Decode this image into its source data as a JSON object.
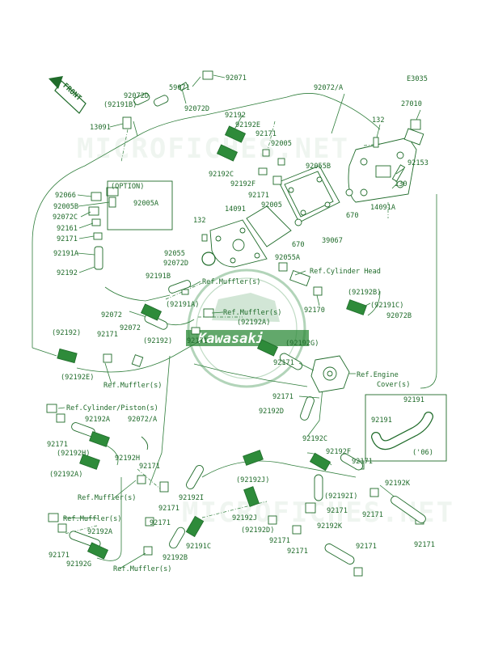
{
  "diagram_code": "E3035",
  "front_label": "FRONT",
  "watermark_text": "MICROFICHES.NET",
  "logo_text": "Kawasaki",
  "option_label": "(OPTION)",
  "colors": {
    "ink": "#1f6b2a",
    "line": "#2e7d3a",
    "spring_fill": "#2e8b3a",
    "background": "#ffffff"
  },
  "labels": [
    {
      "text": "59071"
    },
    {
      "text": "92071"
    },
    {
      "text": "92072D"
    },
    {
      "text": "(92191B)"
    },
    {
      "text": "92072D"
    },
    {
      "text": "92072/A"
    },
    {
      "text": "27010"
    },
    {
      "text": "13091"
    },
    {
      "text": "92192"
    },
    {
      "text": "92192E"
    },
    {
      "text": "132"
    },
    {
      "text": "92171"
    },
    {
      "text": "92005"
    },
    {
      "text": "92055B"
    },
    {
      "text": "92153"
    },
    {
      "text": "92192C"
    },
    {
      "text": "92192F"
    },
    {
      "text": "130"
    },
    {
      "text": "(OPTION)"
    },
    {
      "text": "92066"
    },
    {
      "text": "92005A"
    },
    {
      "text": "92171"
    },
    {
      "text": "92005"
    },
    {
      "text": "14091A"
    },
    {
      "text": "92005B"
    },
    {
      "text": "670"
    },
    {
      "text": "92072C"
    },
    {
      "text": "14091"
    },
    {
      "text": "132"
    },
    {
      "text": "92161"
    },
    {
      "text": "92171"
    },
    {
      "text": "670"
    },
    {
      "text": "39067"
    },
    {
      "text": "92055"
    },
    {
      "text": "92072D"
    },
    {
      "text": "92191A"
    },
    {
      "text": "92055A"
    },
    {
      "text": "Ref.Cylinder Head"
    },
    {
      "text": "92191B"
    },
    {
      "text": "Ref.Muffler(s)"
    },
    {
      "text": "92192"
    },
    {
      "text": "(92192B)"
    },
    {
      "text": "92072"
    },
    {
      "text": "(92191A)"
    },
    {
      "text": "Ref.Muffler(s)"
    },
    {
      "text": "92170"
    },
    {
      "text": "(92191C)"
    },
    {
      "text": "92072"
    },
    {
      "text": "(92192A)"
    },
    {
      "text": "92072B"
    },
    {
      "text": "(92192)"
    },
    {
      "text": "92171"
    },
    {
      "text": "(92192)"
    },
    {
      "text": "92171"
    },
    {
      "text": "(92192G)"
    },
    {
      "text": "(92192E)"
    },
    {
      "text": "Ref.Muffler(s)"
    },
    {
      "text": "92171"
    },
    {
      "text": "Ref.Engine"
    },
    {
      "text": "Cover(s)"
    },
    {
      "text": "Ref.Cylinder/Piston(s)"
    },
    {
      "text": "92171"
    },
    {
      "text": "92192D"
    },
    {
      "text": "92191"
    },
    {
      "text": "92192A"
    },
    {
      "text": "92072/A"
    },
    {
      "text": "92171"
    },
    {
      "text": "92191"
    },
    {
      "text": "(92192H)"
    },
    {
      "text": "92192C"
    },
    {
      "text": "92192H"
    },
    {
      "text": "92192F"
    },
    {
      "text": "('06)"
    },
    {
      "text": "(92192A)"
    },
    {
      "text": "92171"
    },
    {
      "text": "92171"
    },
    {
      "text": "(92192J)"
    },
    {
      "text": "92192K"
    },
    {
      "text": "Ref.Muffler(s)"
    },
    {
      "text": "92192I"
    },
    {
      "text": "(92192I)"
    },
    {
      "text": "92171"
    },
    {
      "text": "92171"
    },
    {
      "text": "92171"
    },
    {
      "text": "Ref.Muffler(s)"
    },
    {
      "text": "92171"
    },
    {
      "text": "92192J"
    },
    {
      "text": "92192A"
    },
    {
      "text": "(92192D)"
    },
    {
      "text": "92192K"
    },
    {
      "text": "92171"
    },
    {
      "text": "92191C"
    },
    {
      "text": "92171"
    },
    {
      "text": "92192G"
    },
    {
      "text": "92171"
    },
    {
      "text": "92171"
    },
    {
      "text": "92192B"
    },
    {
      "text": "92171"
    },
    {
      "text": "Ref.Muffler(s)"
    }
  ]
}
